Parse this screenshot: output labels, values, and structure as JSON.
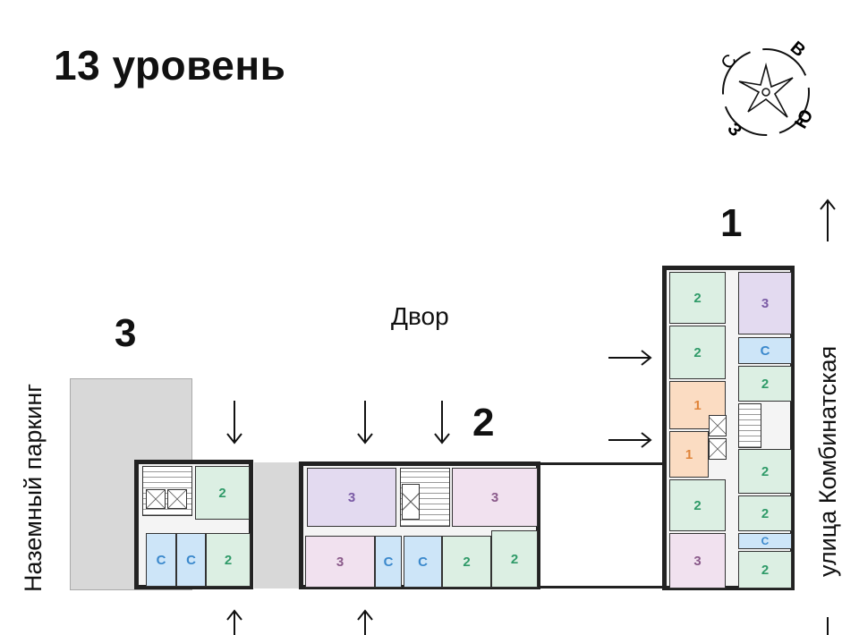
{
  "header": {
    "title": "13 уровень"
  },
  "compass": {
    "n": "С",
    "e": "В",
    "s": "Ю",
    "w": "З"
  },
  "labels": {
    "section1": "1",
    "section2": "2",
    "section3": "3",
    "yard": "Двор",
    "street": "улица Комбинатская",
    "parking": "Наземный паркинг"
  },
  "colors": {
    "green": "#dcefe3",
    "purple": "#e3daf0",
    "pink": "#f1e1ef",
    "blue": "#cde5f8",
    "orange": "#fbdcc2"
  },
  "section1": {
    "apartments": [
      {
        "type": "2"
      },
      {
        "type": "2"
      },
      {
        "type": "1"
      },
      {
        "type": "1"
      },
      {
        "type": "2"
      },
      {
        "type": "3"
      },
      {
        "type": "3"
      },
      {
        "type": "С"
      },
      {
        "type": "2"
      },
      {
        "type": "2"
      },
      {
        "type": "2"
      },
      {
        "type": "С"
      },
      {
        "type": "2"
      }
    ]
  },
  "section2": {
    "apartments": [
      {
        "type": "3"
      },
      {
        "type": "3"
      },
      {
        "type": "3"
      },
      {
        "type": "С"
      },
      {
        "type": "С"
      },
      {
        "type": "2"
      },
      {
        "type": "2"
      }
    ]
  },
  "section3": {
    "apartments": [
      {
        "type": "2"
      },
      {
        "type": "С"
      },
      {
        "type": "С"
      },
      {
        "type": "2"
      }
    ]
  }
}
